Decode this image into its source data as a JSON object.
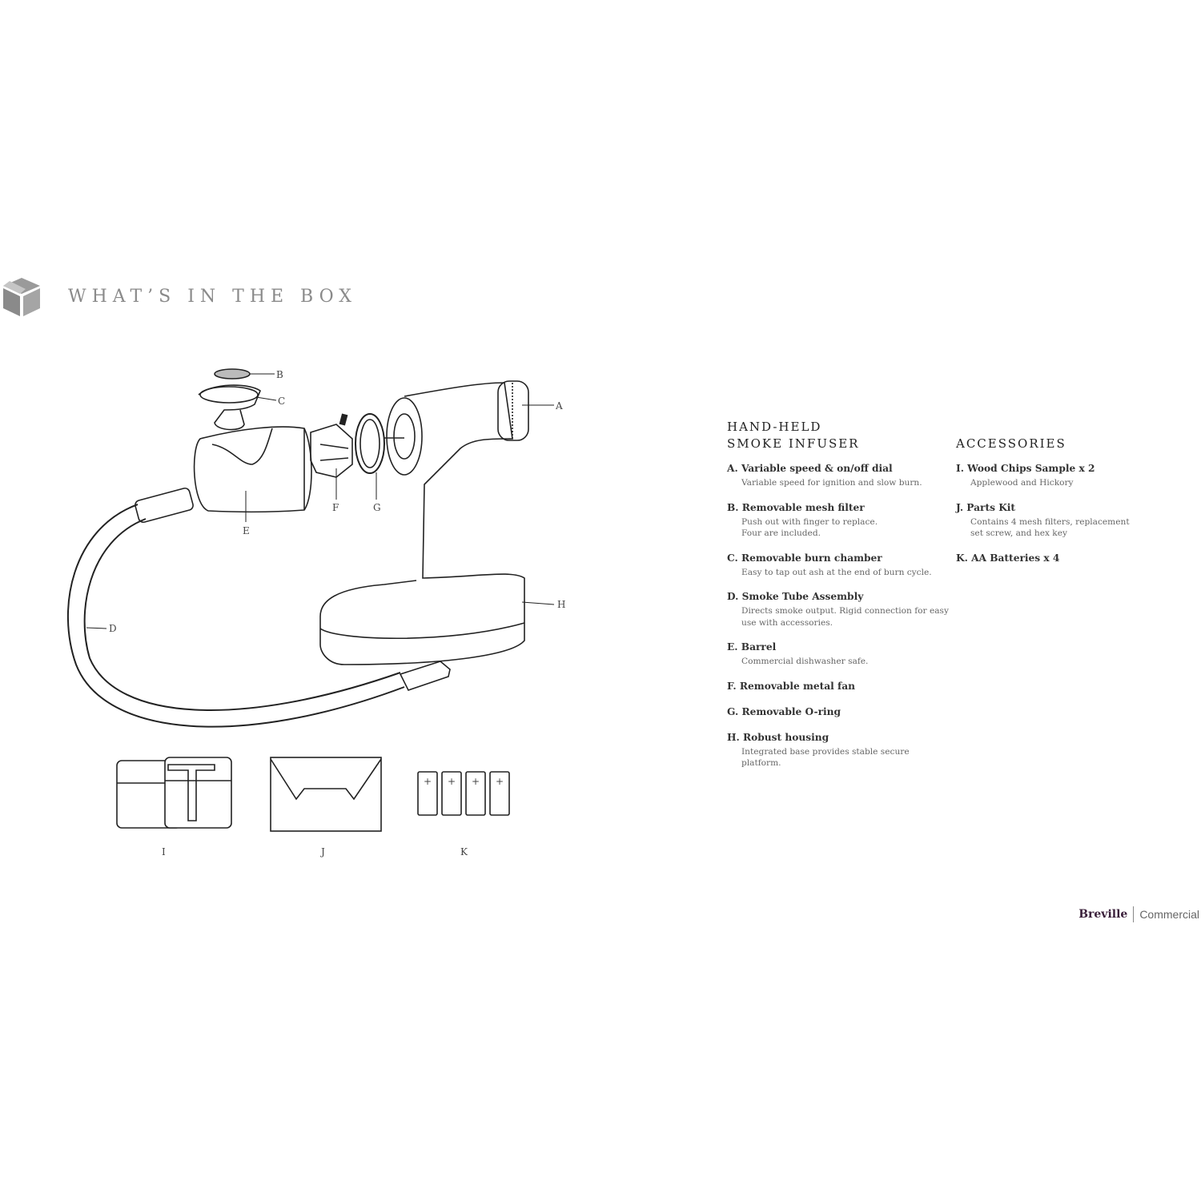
{
  "header": {
    "title": "WHAT’S IN THE BOX",
    "icon": "box-icon"
  },
  "diagram": {
    "labels": {
      "A": "A",
      "B": "B",
      "C": "C",
      "D": "D",
      "E": "E",
      "F": "F",
      "G": "G",
      "H": "H",
      "I": "I",
      "J": "J",
      "K": "K"
    }
  },
  "infuser": {
    "heading_line1": "HAND-HELD",
    "heading_line2": "SMOKE INFUSER",
    "items": [
      {
        "title": "A. Variable speed & on/off dial",
        "desc": "Variable speed for ignition and slow burn."
      },
      {
        "title": "B. Removable mesh filter",
        "desc": "Push out with finger to replace.",
        "desc2": "Four are included."
      },
      {
        "title": "C. Removable burn chamber",
        "desc": "Easy to tap out ash at the end of burn cycle."
      },
      {
        "title": "D. Smoke Tube Assembly",
        "desc": "Directs smoke output. Rigid connection for easy",
        "desc2": "use with accessories."
      },
      {
        "title": "E. Barrel",
        "desc": "Commercial dishwasher safe."
      },
      {
        "title": "F. Removable metal fan"
      },
      {
        "title": "G. Removable O-ring"
      },
      {
        "title": "H. Robust housing",
        "desc": "Integrated base provides stable secure platform."
      }
    ]
  },
  "accessories": {
    "heading": "ACCESSORIES",
    "items": [
      {
        "title": "I. Wood Chips Sample x 2",
        "desc": "Applewood and Hickory"
      },
      {
        "title": "J. Parts Kit",
        "desc": "Contains 4 mesh filters, replacement",
        "desc2": "set screw, and hex key"
      },
      {
        "title": "K. AA Batteries x 4"
      }
    ]
  },
  "brand": {
    "name": "Breville",
    "division": "Commercial",
    "color": "#3a1f3a"
  }
}
